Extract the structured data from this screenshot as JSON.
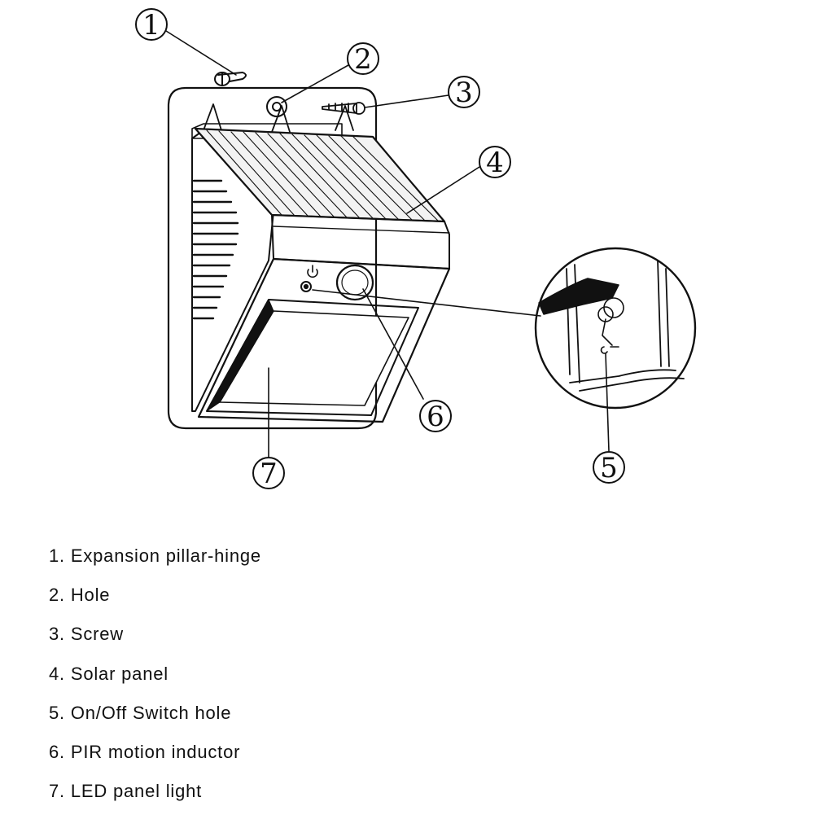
{
  "callouts": [
    {
      "id": "1",
      "number": "1",
      "label": "Expansion pillar-hinge"
    },
    {
      "id": "2",
      "number": "2",
      "label": "Hole"
    },
    {
      "id": "3",
      "number": "3",
      "label": "Screw"
    },
    {
      "id": "4",
      "number": "4",
      "label": "Solar panel"
    },
    {
      "id": "5",
      "number": "5",
      "label": "On/Off Switch hole"
    },
    {
      "id": "6",
      "number": "6",
      "label": "PIR motion inductor"
    },
    {
      "id": "7",
      "number": "7",
      "label": "LED panel light"
    }
  ],
  "legend": [
    "1. Expansion pillar-hinge",
    "2. Hole",
    "3. Screw",
    "4. Solar panel",
    "5. On/Off Switch hole",
    "6. PIR motion inductor",
    "7. LED panel light"
  ],
  "colors": {
    "line": "#111111",
    "background": "#ffffff",
    "panel_shade": "#dddddd"
  },
  "icons": [
    "power-icon"
  ]
}
